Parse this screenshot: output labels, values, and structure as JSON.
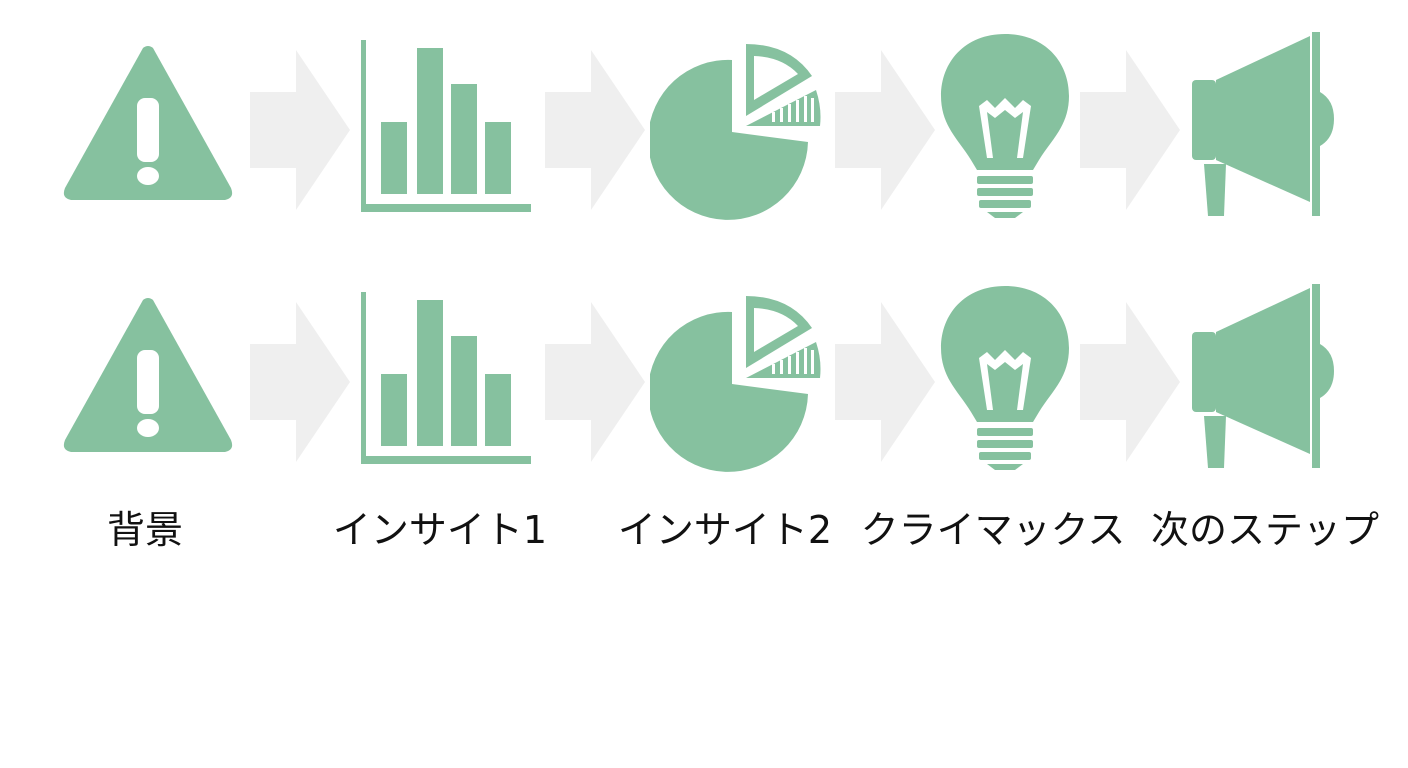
{
  "colors": {
    "icon_green": "#86c19f",
    "arrow_gray": "#efefef",
    "text": "#111111",
    "background": "#ffffff"
  },
  "icons": [
    "warning-triangle-icon",
    "bar-chart-icon",
    "pie-chart-icon",
    "lightbulb-icon",
    "megaphone-icon"
  ],
  "steps": [
    {
      "label": "背景"
    },
    {
      "label": "インサイト1"
    },
    {
      "label": "インサイト2"
    },
    {
      "label": "クライマックス"
    },
    {
      "label": "次のステップ"
    }
  ]
}
